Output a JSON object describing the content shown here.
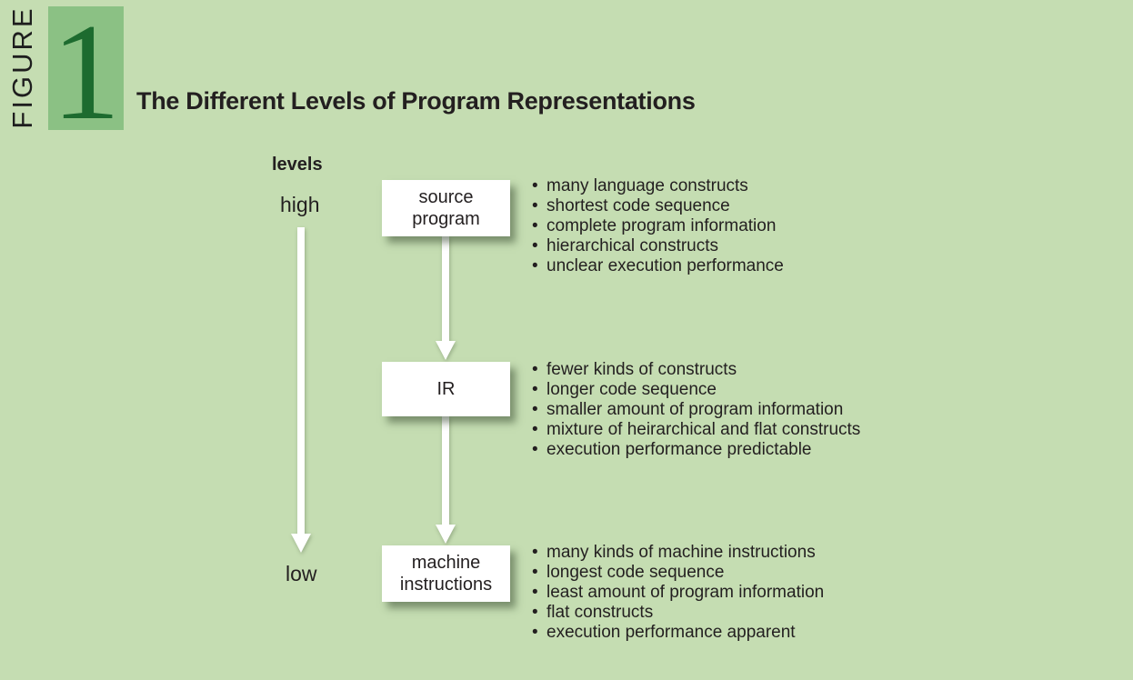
{
  "figure": {
    "kicker": "FIGURE",
    "number": "1",
    "title": "The Different Levels of Program Representations"
  },
  "scale": {
    "label": "levels",
    "top": "high",
    "bottom": "low"
  },
  "glyphs": {
    "bullet": "•"
  },
  "nodes": [
    {
      "label_lines": [
        "source",
        "program"
      ],
      "bullets": [
        "many language constructs",
        "shortest code sequence",
        "complete program information",
        "hierarchical constructs",
        "unclear execution performance"
      ]
    },
    {
      "label_lines": [
        "IR"
      ],
      "bullets": [
        "fewer kinds of constructs",
        "longer code sequence",
        "smaller amount of program information",
        "mixture of heirarchical and flat constructs",
        "execution performance predictable"
      ]
    },
    {
      "label_lines": [
        "machine",
        "instructions"
      ],
      "bullets": [
        "many kinds of machine instructions",
        "longest code sequence",
        "least amount of program information",
        "flat constructs",
        "execution performance apparent"
      ]
    }
  ],
  "colors": {
    "background": "#c5ddb2",
    "figure_number_box": "#8bc184",
    "figure_number_text": "#1d6b2f",
    "text": "#231f20",
    "node_box": "#ffffff",
    "arrow": "#ffffff"
  }
}
